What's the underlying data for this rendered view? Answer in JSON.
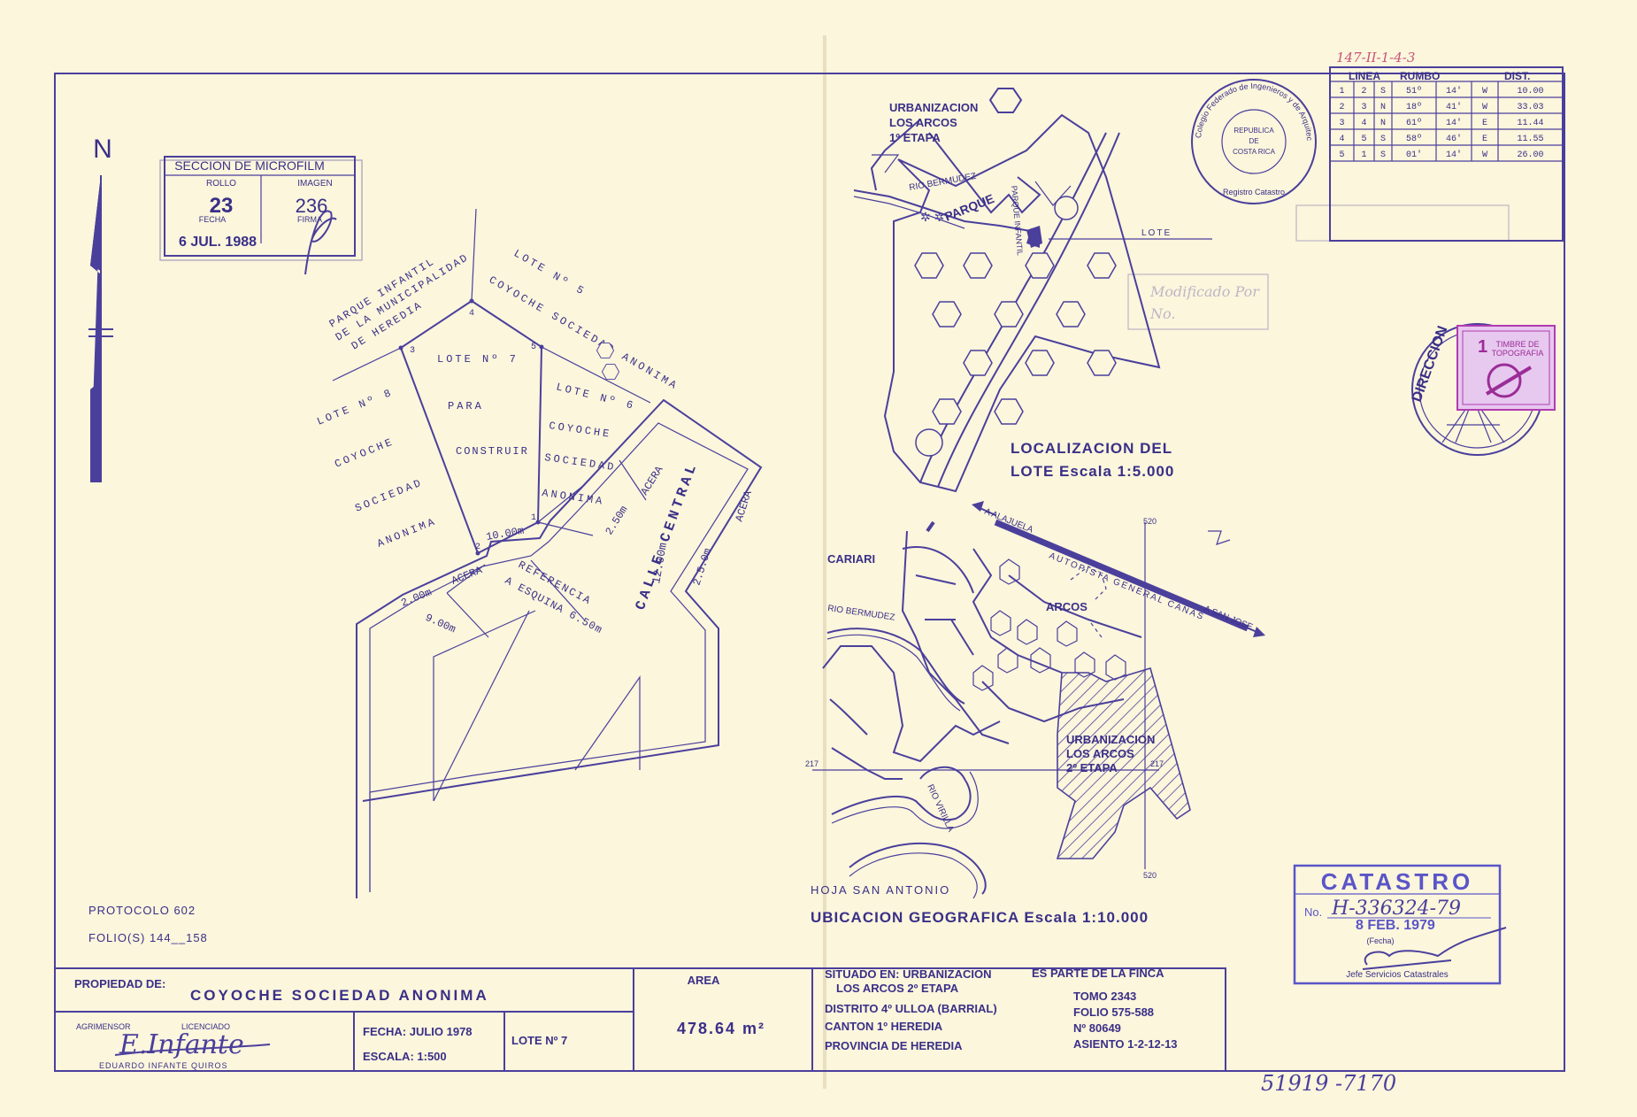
{
  "north": "N",
  "annotation_top": "147-II-1-4-3",
  "annotation_bottom": "51919 -7170",
  "microfilm": {
    "title": "SECCION DE MICROFILM",
    "rollo_label": "ROLLO",
    "imagen_label": "IMAGEN",
    "rollo": "23",
    "imagen": "236",
    "fecha_label": "FECHA",
    "firma_label": "FIRMA",
    "fecha": "6 JUL. 1988"
  },
  "plan": {
    "parque_lines": [
      "PARQUE INFANTIL",
      "DE LA MUNICIPALIDAD",
      "DE HEREDIA"
    ],
    "lote5_lines": [
      "LOTE Nº 5",
      "COYOCHE SOCIEDAD ANONIMA"
    ],
    "lote7_lines": [
      "LOTE Nº 7",
      "PARA",
      "CONSTRUIR"
    ],
    "lote8_lines": [
      "LOTE Nº 8",
      "COYOCHE",
      "SOCIEDAD",
      "ANONIMA"
    ],
    "lote6_lines": [
      "LOTE Nº 6",
      "COYOCHE",
      "SOCIEDAD",
      "ANONIMA"
    ],
    "vertices": [
      "1",
      "2",
      "3",
      "4",
      "5"
    ],
    "dim_10": "10.00m",
    "dim_2_50": "2.50m",
    "acera": "ACERA",
    "dim_12": "12.00m",
    "calle": "CALLE CENTRAL",
    "dim_2_00": "2.00m",
    "acera_left": "ACERA",
    "referencia_lines": [
      "REFERENCIA",
      "A ESQUINA 6.50m"
    ],
    "dim_9": "9.00m",
    "dim_2_5r": "2.5.0m",
    "acera_right": "ACERA"
  },
  "rumbo_table": {
    "headers": [
      "LINEA",
      "RUMBO",
      "DIST."
    ],
    "rows": [
      [
        "1",
        "2",
        "S",
        "51º",
        "14'",
        "W",
        "10.00"
      ],
      [
        "2",
        "3",
        "N",
        "18º",
        "41'",
        "W",
        "33.03"
      ],
      [
        "3",
        "4",
        "N",
        "61º",
        "14'",
        "E",
        "11.44"
      ],
      [
        "4",
        "5",
        "S",
        "58º",
        "46'",
        "E",
        "11.55"
      ],
      [
        "5",
        "1",
        "S",
        "01'",
        "14'",
        "W",
        "26.00"
      ]
    ]
  },
  "colegio_seal": {
    "outer": "Colegio Federado de Ingenieros y de Arquitectos",
    "inner": [
      "REPUBLICA",
      "DE",
      "COSTA RICA"
    ],
    "bottom": "Registro Catastro"
  },
  "stamp_modificado": [
    "Modificado Por",
    "No."
  ],
  "timbre": {
    "value": "1",
    "lines": [
      "TIMBRE DE",
      "TOPOGRAFIA"
    ],
    "seal": "DIRECCION"
  },
  "localizacion": {
    "urb_lines": [
      "URBANIZACION",
      "LOS ARCOS",
      "1º ETAPA"
    ],
    "rio": "RIO BERMUDEZ",
    "parque": "PARQUE",
    "parque_inf": "PARQUE INFANTIL",
    "lote": "LOTE",
    "caption_lines": [
      "LOCALIZACION DEL",
      "LOTE Escala 1:5.000"
    ]
  },
  "ubicacion": {
    "alajuela": "A ALAJUELA",
    "autopista": "AUTOPISTA GENERAL CAÑAS",
    "san_jose": "A SAN JOSE",
    "cariari": "CARIARI",
    "rio_bermudez": "RIO BERMUDEZ",
    "arcos": "ARCOS",
    "urb_lines": [
      "URBANIZACION",
      "LOS ARCOS",
      "2º ETAPA"
    ],
    "rio_virilla": "RIO VIRILLA",
    "hoja": "HOJA SAN ANTONIO",
    "caption": "UBICACION GEOGRAFICA Escala 1:10.000",
    "grid_top": "520",
    "grid_bottom": "520",
    "grid_left": "217",
    "grid_right": "217"
  },
  "catastro": {
    "title": "CATASTRO",
    "no_label": "No.",
    "number": "H-336324-79",
    "date": "8 FEB. 1979",
    "fecha_label": "(Fecha)",
    "jefe": "Jefe Servicios Catastrales"
  },
  "protocolo": "PROTOCOLO 602",
  "folio": "FOLIO(S) 144__158",
  "titleblock": {
    "propiedad_label": "PROPIEDAD DE:",
    "propiedad": "COYOCHE SOCIEDAD ANONIMA",
    "agrimensor": "AGRIMENSOR",
    "licenciado": "LICENCIADO",
    "surveyor_signature": "E.Infante",
    "surveyor": "EDUARDO INFANTE QUIROS",
    "fecha": "FECHA: JULIO 1978",
    "escala": "ESCALA: 1:500",
    "lote": "LOTE Nº 7",
    "area_label": "AREA",
    "area": "478.64 m²",
    "situado_lines": [
      "SITUADO EN: URBANIZACION",
      "LOS ARCOS 2º ETAPA",
      "DISTRITO 4º ULLOA (BARRIAL)",
      "CANTON 1º HEREDIA",
      "PROVINCIA DE HEREDIA"
    ],
    "finca_label": "ES PARTE DE LA FINCA",
    "finca_lines": [
      "TOMO 2343",
      "FOLIO 575-588",
      "Nº 80649",
      "ASIENTO 1-2-12-13"
    ]
  }
}
